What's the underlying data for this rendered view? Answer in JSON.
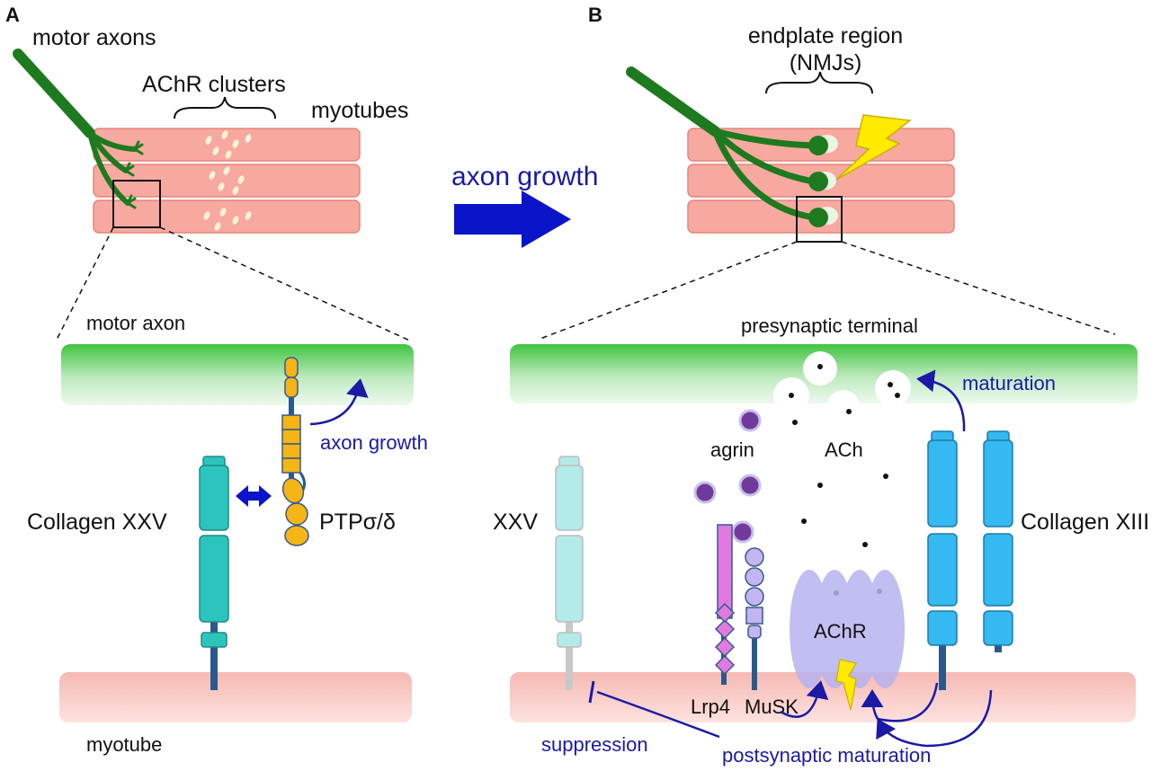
{
  "panel_a": {
    "letter": "A",
    "motor_axons": "motor axons",
    "achr_clusters": "AChR clusters",
    "myotubes": "myotubes",
    "motor_axon": "motor axon",
    "collagen_xxv": "Collagen XXV",
    "ptp": "PTPσ/δ",
    "axon_growth": "axon growth",
    "myotube": "myotube"
  },
  "middle": {
    "axon_growth": "axon growth"
  },
  "panel_b": {
    "letter": "B",
    "endplate_region": "endplate region",
    "nmjs": "(NMJs)",
    "presynaptic_terminal": "presynaptic terminal",
    "maturation": "maturation",
    "agrin": "agrin",
    "ach": "ACh",
    "xxv": "XXV",
    "collagen_xiii": "Collagen XIII",
    "achr": "AChR",
    "lrp4": "Lrp4",
    "musk": "MuSK",
    "suppression": "suppression",
    "postsynaptic_maturation": "postsynaptic maturation"
  },
  "colors": {
    "axon_green": "#1e7a1e",
    "myotube_pink": "#f7a9a0",
    "collagen_xxv": "#2cc5bd",
    "collagen_xiii": "#34b9f0",
    "ptp_yellow": "#f5b515",
    "lrp4_pink": "#e07ae0",
    "musk_lavender": "#c2b5f0",
    "achr_lavender": "#b7b3f0",
    "agrin_purple": "#6f3a9c",
    "annotation_blue": "#1a1aa6",
    "arrow_blue": "#0a14c8"
  }
}
